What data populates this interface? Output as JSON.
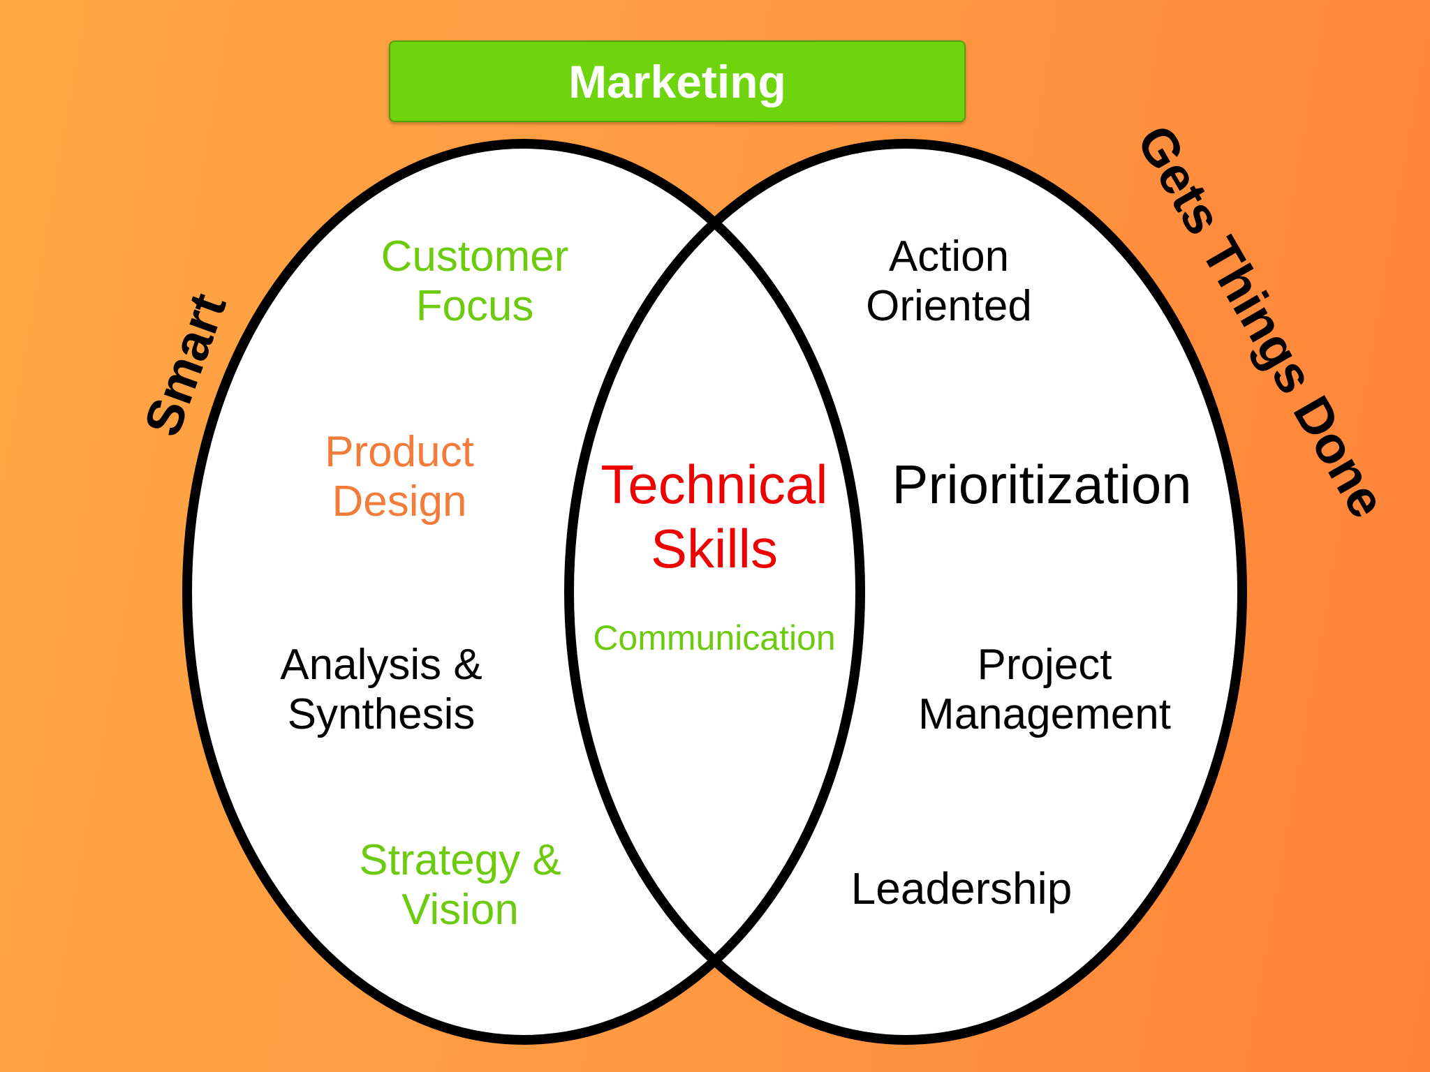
{
  "header": {
    "title": "Marketing"
  },
  "sets": {
    "left": {
      "label": "Smart"
    },
    "right": {
      "label": "Gets Things Done"
    }
  },
  "left_items": [
    {
      "line1": "Customer",
      "line2": "Focus",
      "color": "#6ccb0e"
    },
    {
      "line1": "Product",
      "line2": "Design",
      "color": "#f37c3a"
    },
    {
      "line1": "Analysis &",
      "line2": "Synthesis",
      "color": "#000000"
    },
    {
      "line1": "Strategy &",
      "line2": "Vision",
      "color": "#6ccb0e"
    }
  ],
  "overlap_items": [
    {
      "line1": "Technical",
      "line2": "Skills",
      "color": "#ee0000"
    },
    {
      "text": "Communication",
      "color": "#6ccb0e"
    }
  ],
  "right_items": [
    {
      "line1": "Action",
      "line2": "Oriented",
      "color": "#000000"
    },
    {
      "text": "Prioritization",
      "color": "#000000"
    },
    {
      "line1": "Project",
      "line2": "Management",
      "color": "#000000"
    },
    {
      "text": "Leadership",
      "color": "#000000"
    }
  ],
  "colors": {
    "background_start": "#ffa644",
    "background_end": "#ff8239",
    "title_box": "#6ed40c",
    "circle_fill": "#ffffff",
    "circle_stroke": "#000000"
  }
}
